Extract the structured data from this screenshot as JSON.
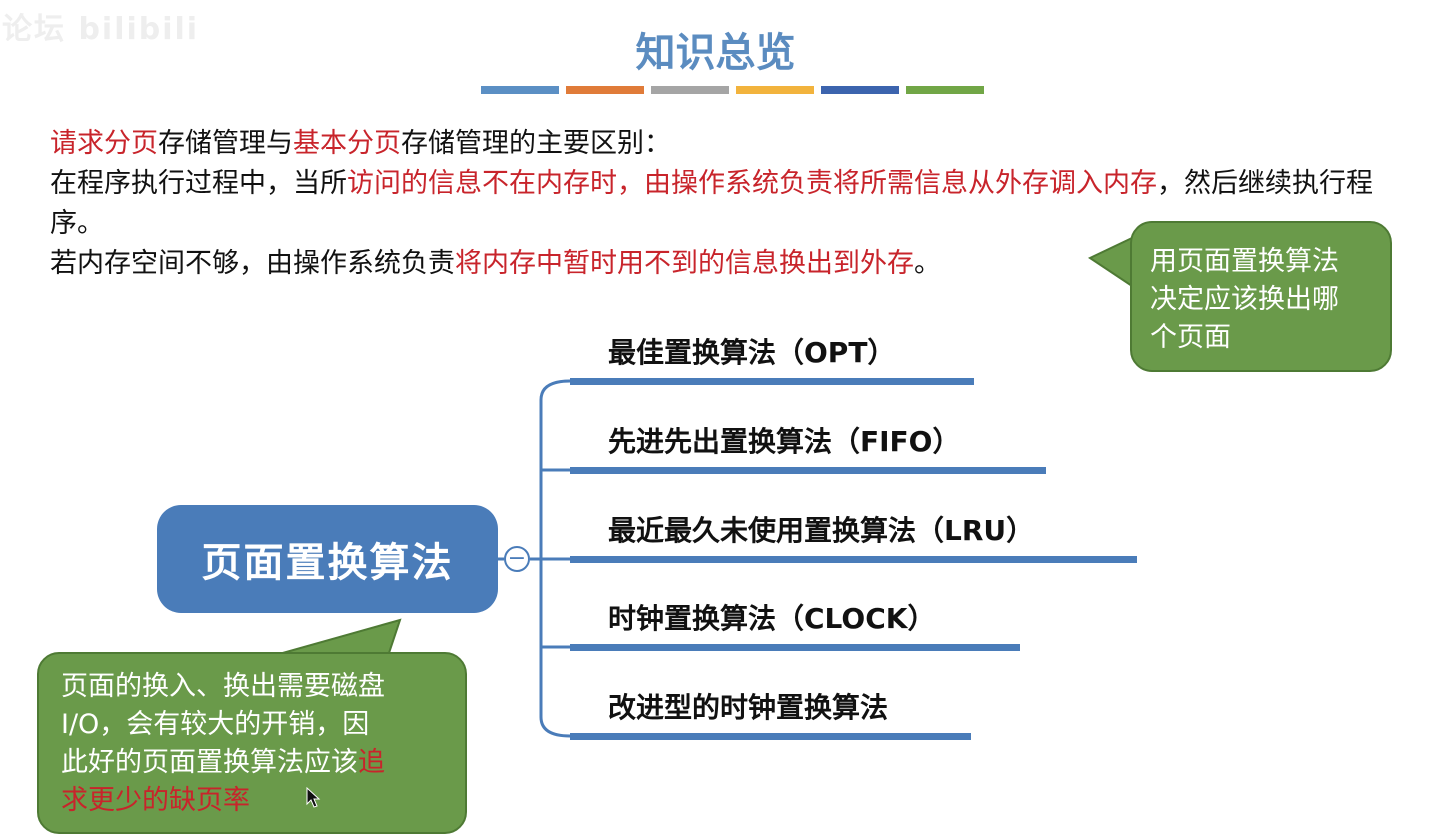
{
  "watermark": "论坛 bilibili",
  "title": "知识总览",
  "colors": {
    "accent_blue": "#4a7cb9",
    "title_blue": "#5b8cc0",
    "bubble_green": "#6a9a4a",
    "highlight_red": "#c8242b",
    "bars": [
      "#5b8fc4",
      "#e07b39",
      "#a5a5a5",
      "#f2b33d",
      "#3c64ae",
      "#71a646"
    ]
  },
  "intro": {
    "line1": {
      "p1": "请求分页",
      "p2": "存储管理与",
      "p3": "基本分页",
      "p4": "存储管理的主要区别："
    },
    "line2": {
      "p1": "在程序执行过程中，当所",
      "p2": "访问的信息不在内存时，由操作系统负责将所需信息从外存调入内存",
      "p3": "，然后继续执行程序。"
    },
    "line3": {
      "p1": "若内存空间不够，由操作系统负责",
      "p2": "将内存中暂时用不到的信息换出到外存",
      "p3": "。"
    }
  },
  "callout_top": {
    "line1": "用页面置换算法",
    "line2": "决定应该换出哪",
    "line3": "个页面"
  },
  "mindmap": {
    "center": "页面置换算法",
    "collapse_symbol": "−",
    "branches": [
      {
        "label": "最佳置换算法（OPT）"
      },
      {
        "label": "先进先出置换算法（FIFO）"
      },
      {
        "label": "最近最久未使用置换算法（LRU）"
      },
      {
        "label": "时钟置换算法（CLOCK）"
      },
      {
        "label": "改进型的时钟置换算法"
      }
    ]
  },
  "callout_bottom": {
    "line1": "页面的换入、换出需要磁盘",
    "line2": "I/O，会有较大的开销，因",
    "line3": "此好的页面置换算法应该",
    "highlight1": "追",
    "highlight2": "求更少的缺页率"
  }
}
